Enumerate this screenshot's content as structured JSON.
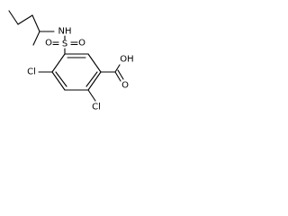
{
  "molecule": {
    "atoms": {
      "nh": "NH",
      "sulfur": "S",
      "oxygen_left": "O",
      "oxygen_right": "O",
      "chlorine_left": "Cl",
      "chlorine_bottom": "Cl",
      "acid": "OH",
      "acid_oxygen": "O"
    }
  }
}
